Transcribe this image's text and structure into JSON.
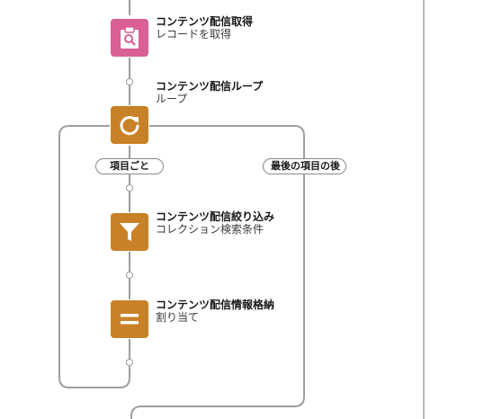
{
  "colors": {
    "record_get": "#d95f94",
    "loop": "#c98127",
    "filter": "#c98127",
    "assignment": "#c98127",
    "line": "#9e9e9e"
  },
  "nodes": [
    {
      "id": "get-records",
      "icon": "record-search-icon",
      "title": "コンテンツ配信取得",
      "subtitle": "レコードを取得"
    },
    {
      "id": "loop",
      "icon": "loop-icon",
      "title": "コンテンツ配信ループ",
      "subtitle": "ループ"
    },
    {
      "id": "filter",
      "icon": "filter-icon",
      "title": "コンテンツ配信絞り込み",
      "subtitle": "コレクション検索条件"
    },
    {
      "id": "assign",
      "icon": "assignment-icon",
      "title": "コンテンツ配信情報格納",
      "subtitle": "割り当て"
    }
  ],
  "loop_branches": {
    "for_each": "項目ごと",
    "after_last": "最後の項目の後"
  }
}
